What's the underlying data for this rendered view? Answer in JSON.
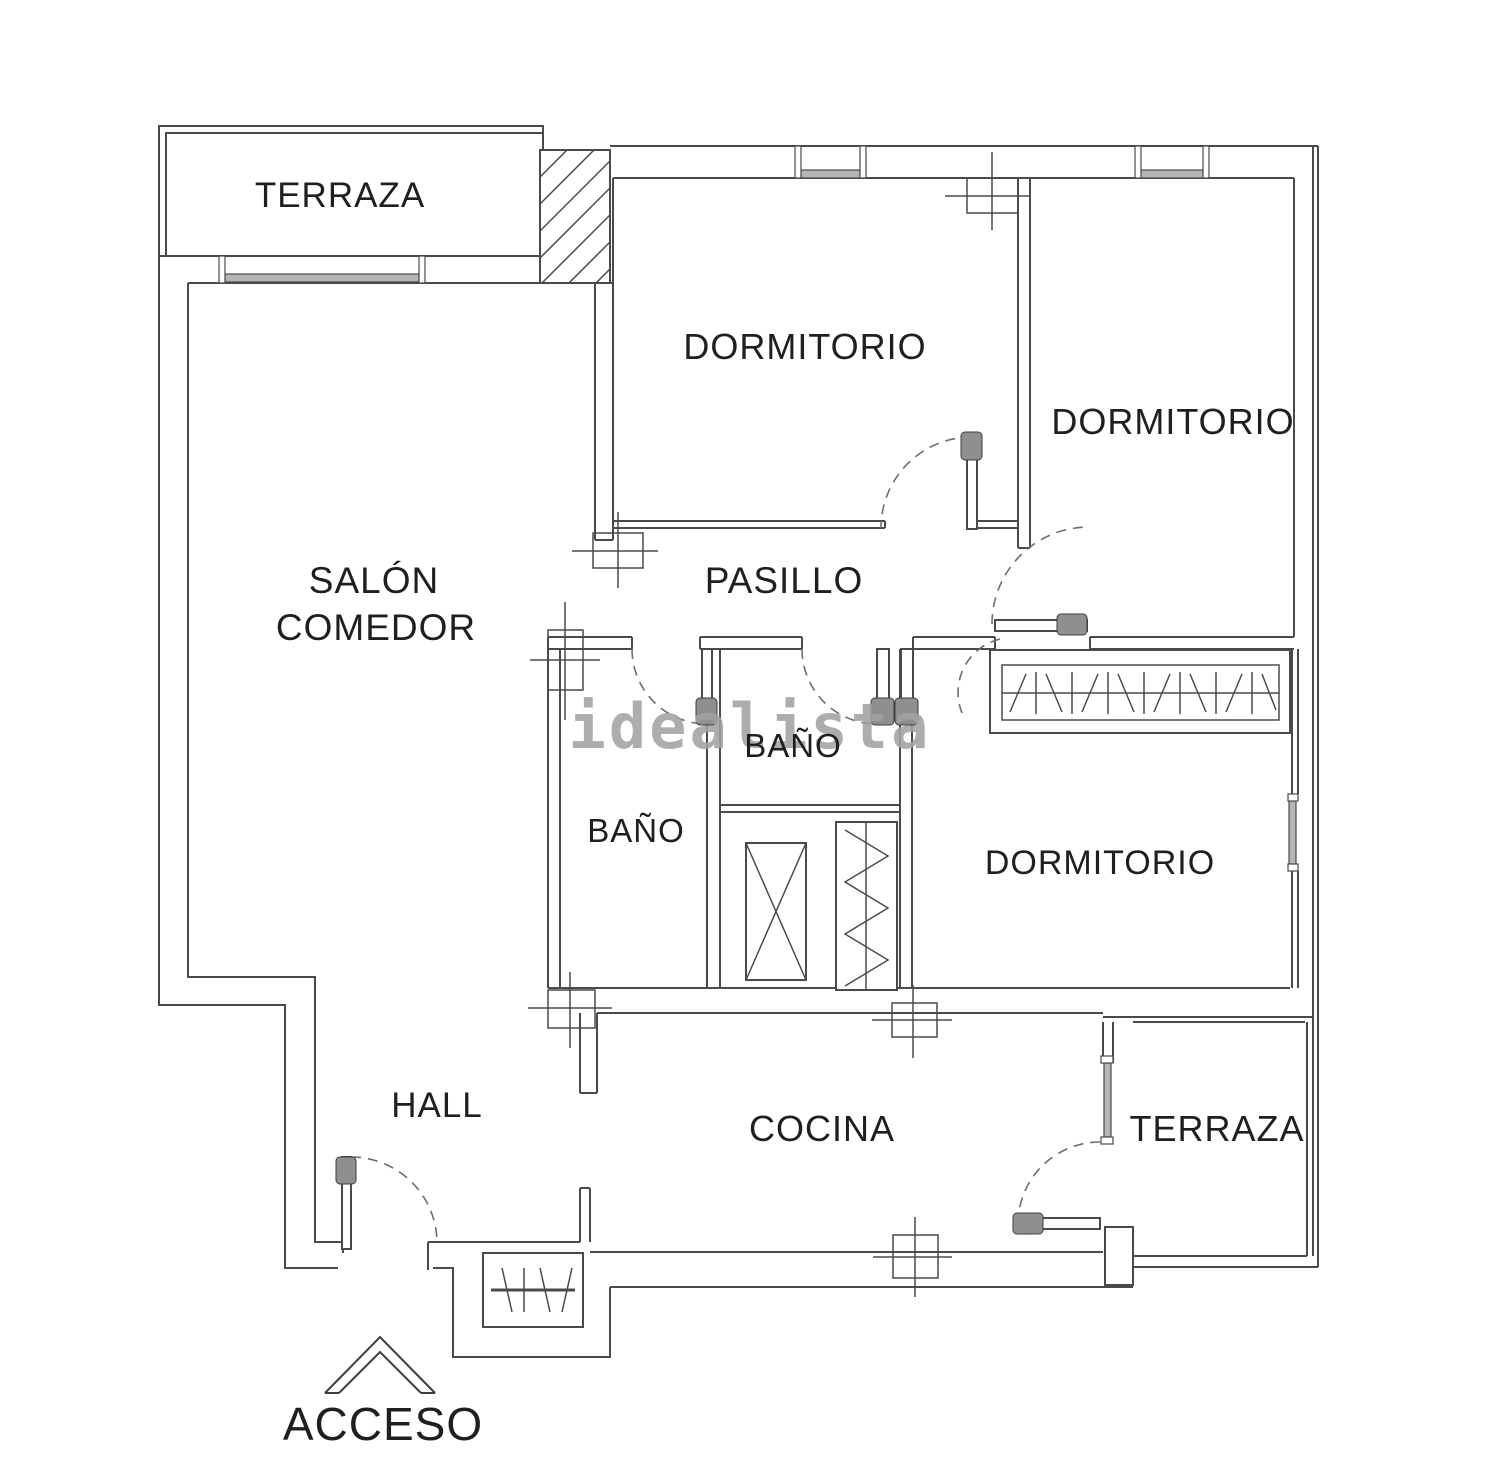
{
  "page": {
    "background": "#ffffff"
  },
  "plan": {
    "line_color": "#4a4a4a",
    "thin_line_color": "#6e6e6e",
    "label_color": "#1f1f1f",
    "window_fill": "#b5b5b5",
    "hinge_fill": "#8f8f8f"
  },
  "rooms": {
    "terraza_nw": "TERRAZA",
    "dormitorio_top": "DORMITORIO",
    "dormitorio_right": "DORMITORIO",
    "salon_line1": "SALÓN",
    "salon_line2": "COMEDOR",
    "pasillo": "PASILLO",
    "bano_small": "BAÑO",
    "bano_large": "BAÑO",
    "dormitorio_center": "DORMITORIO",
    "hall": "HALL",
    "cocina": "COCINA",
    "terraza_se": "TERRAZA",
    "acceso": "ACCESO"
  },
  "watermark": {
    "text": "idealista",
    "color": "#a2a2a2"
  }
}
